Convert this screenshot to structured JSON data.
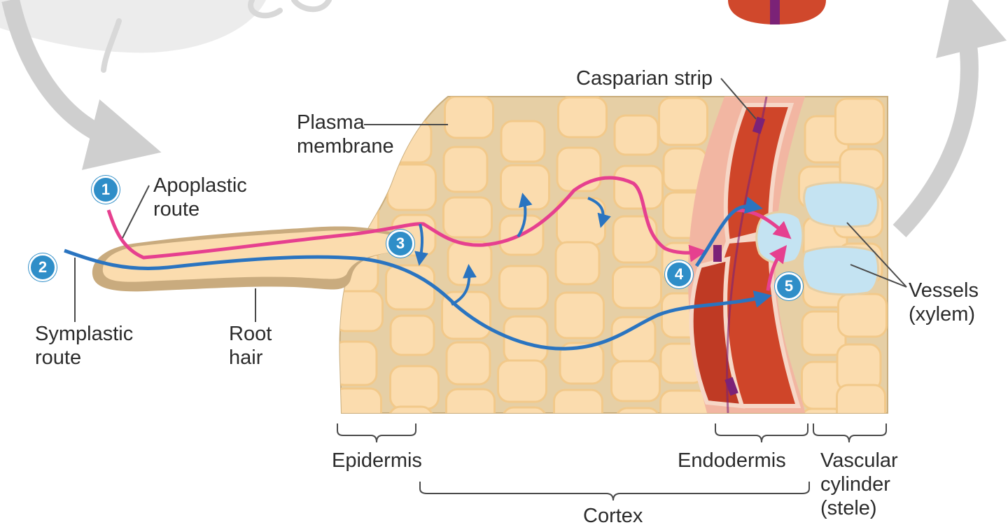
{
  "labels": {
    "casparian_strip": "Casparian strip",
    "plasma_membrane": [
      "Plasma",
      "membrane"
    ],
    "apoplastic_route": [
      "Apoplastic",
      "route"
    ],
    "symplastic_route": [
      "Symplastic",
      "route"
    ],
    "root_hair": [
      "Root",
      "hair"
    ],
    "vessels": [
      "Vessels",
      "(xylem)"
    ],
    "epidermis": "Epidermis",
    "endodermis": "Endodermis",
    "vascular_cylinder": [
      "Vascular",
      "cylinder",
      "(stele)"
    ],
    "cortex": "Cortex"
  },
  "steps": [
    "1",
    "2",
    "3",
    "4",
    "5"
  ],
  "colors": {
    "apoplastic": "#e6408f",
    "symplastic": "#2a74c0",
    "cell_wall": "#e6cfa5",
    "cytoplasm": "#fbdcae",
    "endodermis": "#c8402a",
    "casparian": "#7b2277",
    "vessel": "#c4e3f2",
    "badge": "#2f8ec8",
    "background_arrows": "#cfcfcf"
  }
}
